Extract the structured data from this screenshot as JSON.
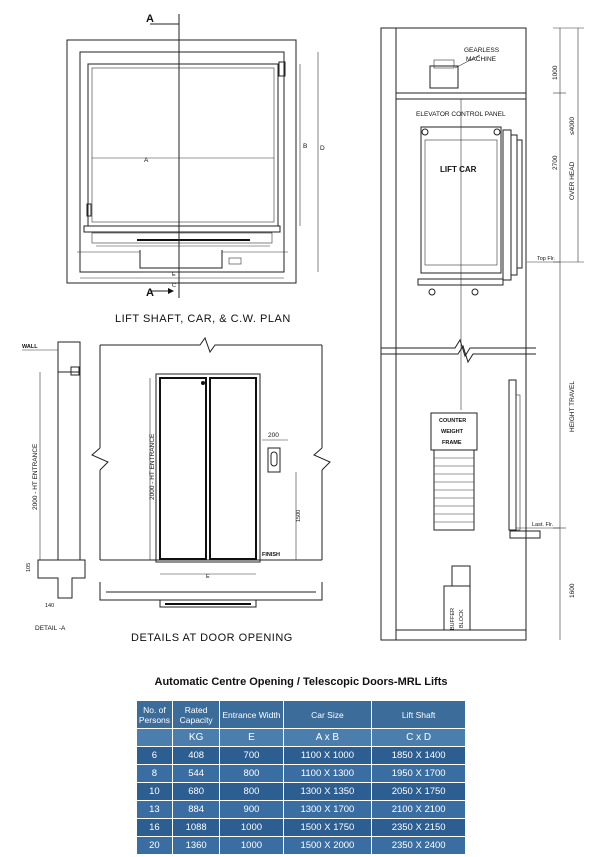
{
  "plan": {
    "section_mark": "A",
    "dim_A": "A",
    "dim_B": "B",
    "dim_C": "C",
    "dim_D": "D",
    "dim_E": "E",
    "caption": "LIFT SHAFT, CAR, & C.W. PLAN"
  },
  "elevation": {
    "gearless_machine": "GEARLESS MACHINE",
    "control_panel": "ELEVATOR CONTROL PANEL",
    "lift_car": "LIFT CAR",
    "counter_weight": "COUNTER WEIGHT FRAME",
    "buffer_block": "BUFFER BLOCK",
    "top_floor": "Top Flr.",
    "last_floor": "Last. Flr.",
    "dim_1000": "1000",
    "dim_2700": "2700",
    "dim_overhead_limit": "≤4000",
    "over_head": "OVER HEAD",
    "height_travel": "HEIGHT   TRAVEL",
    "dim_1600": "1600"
  },
  "details": {
    "wall": "WALL",
    "entrance_height": "2000 - HT ENTRANCE",
    "entrance_height_b": "2000 - HT ENTRANCE",
    "dim_200": "200",
    "dim_1500": "1500",
    "finish": "FINISH",
    "dim_E": "E",
    "dim_105": "105",
    "dim_140": "140",
    "detail_a_caption": "DETAIL -A",
    "door_caption": "DETAILS AT DOOR OPENING"
  },
  "table": {
    "title": "Automatic Centre Opening / Telescopic Doors-MRL Lifts",
    "headers": [
      "No. of Persons",
      "Rated Capacity",
      "Entrance Width",
      "Car Size",
      "Lift Shaft"
    ],
    "units": [
      "",
      "KG",
      "E",
      "A x B",
      "C x D"
    ],
    "rows": [
      [
        "6",
        "408",
        "700",
        "1100 X 1000",
        "1850 X 1400"
      ],
      [
        "8",
        "544",
        "800",
        "1100 X 1300",
        "1950 X 1700"
      ],
      [
        "10",
        "680",
        "800",
        "1300 X 1350",
        "2050 X 1750"
      ],
      [
        "13",
        "884",
        "900",
        "1300 X 1700",
        "2100 X 2100"
      ],
      [
        "16",
        "1088",
        "1000",
        "1500 X 1750",
        "2350 X 2150"
      ],
      [
        "20",
        "1360",
        "1000",
        "1500 X 2000",
        "2350 X 2400"
      ]
    ]
  }
}
